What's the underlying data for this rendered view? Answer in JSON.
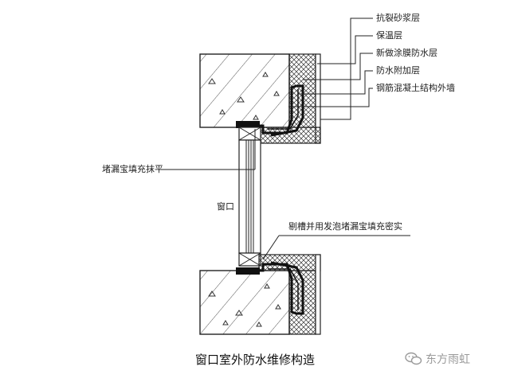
{
  "layer_labels": [
    "抗裂砂浆层",
    "保温层",
    "新做涂膜防水层",
    "防水附加层",
    "钢筋混凝土结构外墙"
  ],
  "label_fill_flat": "堵漏宝填充抹平",
  "label_window": "窗口",
  "label_groove": "剔槽并用发泡堵漏宝填充密实",
  "caption": "窗口室外防水维修构造",
  "watermark": "东方雨虹",
  "colors": {
    "line": "#222222",
    "hatch": "#555555",
    "waterproof": "#111111"
  }
}
